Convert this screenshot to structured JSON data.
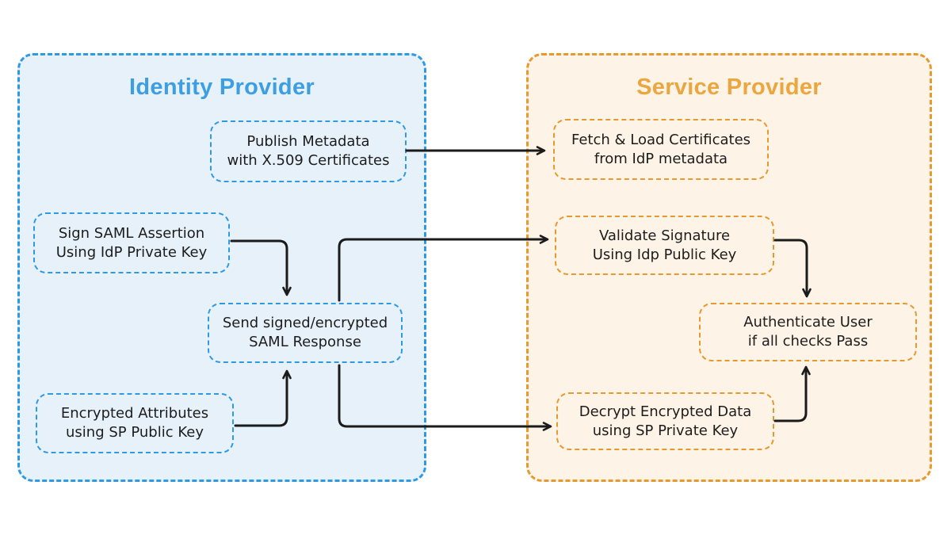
{
  "diagram": {
    "idp": {
      "title": "Identity Provider",
      "accent_border": "#2e9ae4",
      "accent_title": "#3d9ee2",
      "fill": "#e7f1fa",
      "nodes": [
        {
          "id": "publish-metadata",
          "text": "Publish Metadata\nwith X.509 Certificates"
        },
        {
          "id": "sign-assertion",
          "text": "Sign SAML Assertion\nUsing IdP Private Key"
        },
        {
          "id": "send-response",
          "text": "Send signed/encrypted\nSAML Response"
        },
        {
          "id": "encrypted-attributes",
          "text": "Encrypted Attributes\nusing SP Public Key"
        }
      ]
    },
    "sp": {
      "title": "Service Provider",
      "accent_border": "#e8992e",
      "accent_title": "#eca63f",
      "fill": "#fdf3e6",
      "nodes": [
        {
          "id": "fetch-certificates",
          "text": "Fetch & Load Certificates\nfrom IdP metadata"
        },
        {
          "id": "validate-signature",
          "text": "Validate Signature\nUsing Idp Public Key"
        },
        {
          "id": "authenticate-user",
          "text": "Authenticate User\nif all checks Pass"
        },
        {
          "id": "decrypt-data",
          "text": "Decrypt Encrypted Data\nusing SP Private Key"
        }
      ]
    },
    "edges": [
      {
        "from": "publish-metadata",
        "to": "fetch-certificates"
      },
      {
        "from": "sign-assertion",
        "to": "send-response"
      },
      {
        "from": "send-response",
        "to": "validate-signature"
      },
      {
        "from": "encrypted-attributes",
        "to": "send-response"
      },
      {
        "from": "send-response",
        "to": "decrypt-data"
      },
      {
        "from": "validate-signature",
        "to": "authenticate-user"
      },
      {
        "from": "decrypt-data",
        "to": "authenticate-user"
      }
    ],
    "arrow_color": "#1b1b1b",
    "background": "#ffffff"
  }
}
